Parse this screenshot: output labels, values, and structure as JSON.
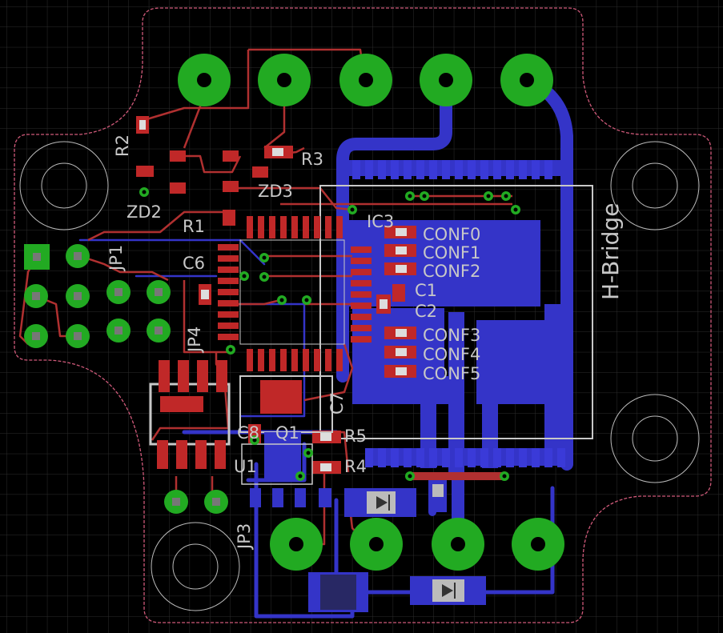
{
  "board": {
    "colors": {
      "background": "#000000",
      "grid": "#2a2a2a",
      "outline": "#d05a7a",
      "top_copper": "#b03030",
      "bottom_copper": "#3434c8",
      "pad": "#22aa22",
      "silk": "#c8c8c8",
      "smd_pad": "#c02828"
    },
    "labels": {
      "r2": "R2",
      "r3": "R3",
      "zd2": "ZD2",
      "zd3": "ZD3",
      "r1": "R1",
      "ic3": "IC3",
      "jp1": "JP1",
      "c6": "C6",
      "jp4": "JP4",
      "c1": "C1",
      "c2": "C2",
      "c7": "C7",
      "c8": "C8",
      "q1": "Q1",
      "r5": "R5",
      "r4": "R4",
      "u1": "U1",
      "jp3": "JP3",
      "hbridge": "H-Bridge",
      "conf0": "CONF0",
      "conf1": "CONF1",
      "conf2": "CONF2",
      "conf3": "CONF3",
      "conf4": "CONF4",
      "conf5": "CONF5"
    }
  }
}
